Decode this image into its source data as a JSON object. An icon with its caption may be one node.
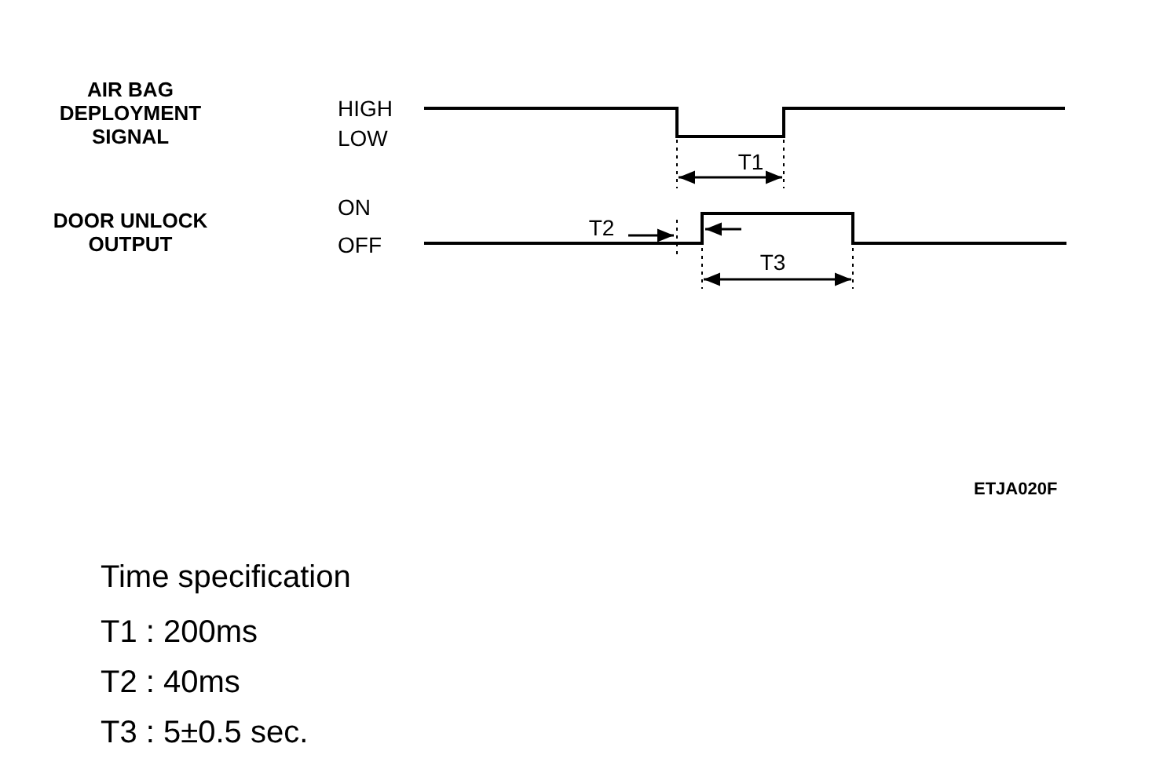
{
  "diagram": {
    "labels": [
      "AIR BAG DEPLOYMENT SIGNAL",
      "HIGH",
      "LOW",
      "T1",
      "DOOR UNLOCK OUTPUT",
      "ON",
      "OFF",
      "T2",
      "T3",
      "ETJA020F",
      "Time specification",
      "T1 : 200ms",
      "T2 : 40ms",
      "T3 : 5±0.5 sec."
    ]
  }
}
